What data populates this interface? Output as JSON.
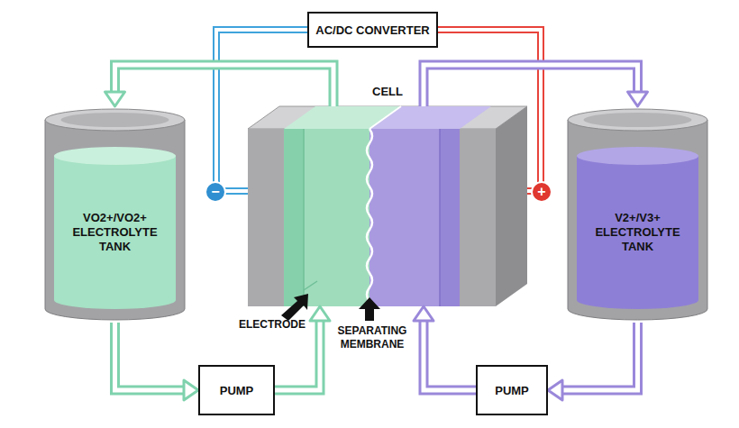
{
  "diagram": {
    "nodes": [
      {
        "text": [
          "AC/DC CONVERTER"
        ]
      },
      {
        "text": [
          "CELL"
        ]
      },
      {
        "text": [
          "VO2+/VO2+ ELECTROLYTE TANK"
        ]
      },
      {
        "text": [
          "V2+/V3+ ELECTROLYTE TANK"
        ]
      },
      {
        "text": [
          "PUMP"
        ]
      },
      {
        "text": [
          "PUMP"
        ]
      }
    ],
    "edges": [
      {
        "from": 0,
        "to": 1,
        "arrow": "none"
      },
      {
        "from": 0,
        "to": 1,
        "arrow": "none"
      },
      {
        "from": 1,
        "to": 2,
        "arrow": "to"
      },
      {
        "from": 1,
        "to": 3,
        "arrow": "to"
      },
      {
        "from": 2,
        "to": 4,
        "arrow": "to"
      },
      {
        "from": 4,
        "to": 1,
        "arrow": "to"
      },
      {
        "from": 3,
        "to": 5,
        "arrow": "to"
      },
      {
        "from": 5,
        "to": 1,
        "arrow": "to"
      }
    ],
    "labels": [
      "−",
      "+",
      "ELECTRODE",
      "SEPARATING MEMBRANE"
    ]
  }
}
